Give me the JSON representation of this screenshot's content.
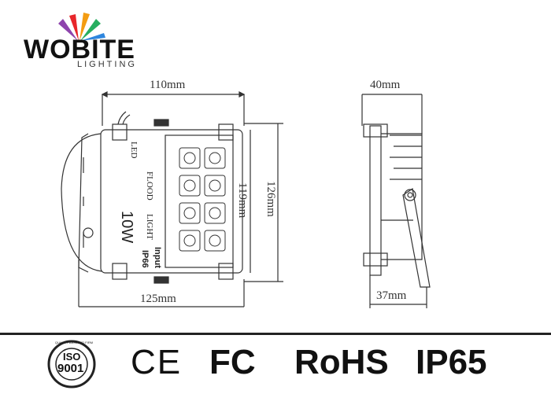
{
  "brand": {
    "name": "WOBITE",
    "subtitle": "LIGHTING"
  },
  "dimensions": {
    "front_width": "110mm",
    "base_width": "125mm",
    "inner_height": "119mm",
    "outer_height": "126mm",
    "depth_top": "40mm",
    "depth_bottom": "37mm"
  },
  "product_labels": {
    "line1": "LED",
    "line2": "FLOOD",
    "line3": "LIGHT",
    "power": "10W",
    "input": "Input",
    "ip": "IP66"
  },
  "certifications": {
    "iso_top": "QUALITY ASSURED FIRM",
    "iso_mid": "ISO",
    "iso_num": "9001",
    "ce": "CE",
    "fc": "FC",
    "rohs": "RoHS",
    "ip": "IP65"
  },
  "colors": {
    "line": "#333333",
    "logo_arc": [
      "#e8262b",
      "#f39c12",
      "#27ae60",
      "#2e86de",
      "#8e44ad"
    ]
  }
}
